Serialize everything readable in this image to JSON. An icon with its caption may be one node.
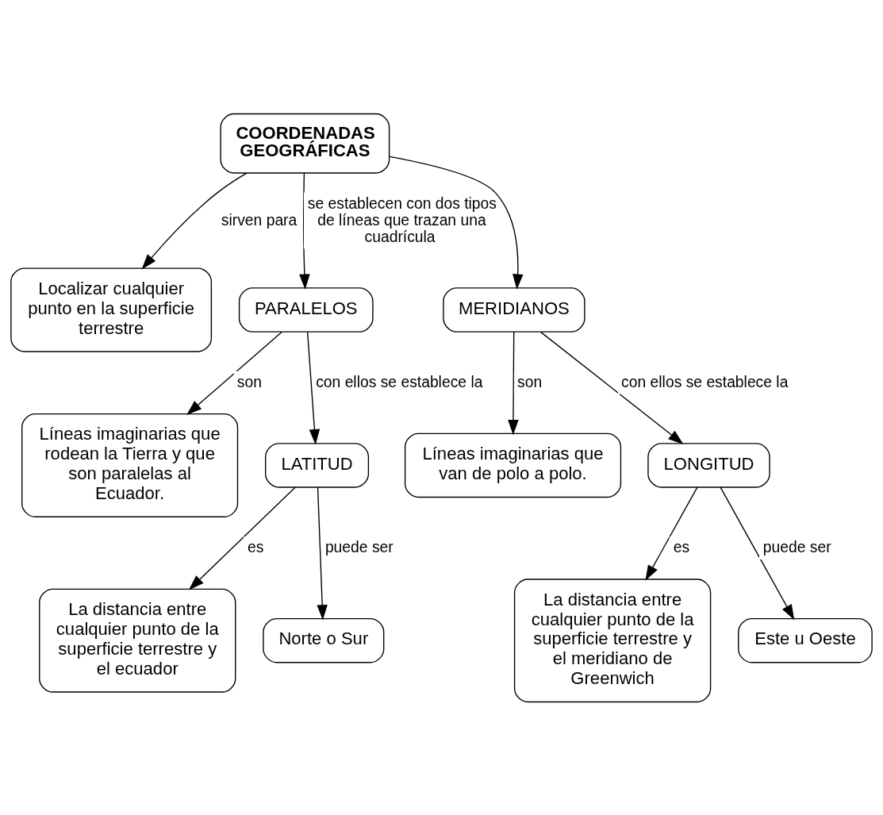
{
  "diagram": {
    "nodes": [
      {
        "text": [
          "COORDENADAS GEOGRÁFICAS"
        ]
      },
      {
        "text": [
          "Localizar cualquier punto en la superficie terrestre"
        ]
      },
      {
        "text": [
          "PARALELOS"
        ]
      },
      {
        "text": [
          "MERIDIANOS"
        ]
      },
      {
        "text": [
          "Líneas imaginarias que rodean la Tierra y que son paralelas al Ecuador."
        ]
      },
      {
        "text": [
          "LATITUD"
        ]
      },
      {
        "text": [
          "Líneas imaginarias que van de polo a polo."
        ]
      },
      {
        "text": [
          "LONGITUD"
        ]
      },
      {
        "text": [
          "La distancia entre cualquier punto de la superficie terrestre y el ecuador"
        ]
      },
      {
        "text": [
          "Norte o Sur"
        ]
      },
      {
        "text": [
          "La distancia entre cualquier punto de la superficie terrestre y el meridiano de Greenwich"
        ]
      },
      {
        "text": [
          "Este u Oeste"
        ]
      }
    ],
    "edges": [
      {
        "from": 0,
        "to": 1,
        "arrow": "to",
        "label": "sirven para"
      },
      {
        "from": 0,
        "to": 2,
        "arrow": "to",
        "label": "se establecen con dos tipos de líneas que trazan una cuadrícula"
      },
      {
        "from": 0,
        "to": 3,
        "arrow": "to"
      },
      {
        "from": 2,
        "to": 4,
        "arrow": "to",
        "label": "son"
      },
      {
        "from": 2,
        "to": 5,
        "arrow": "to",
        "label": "con ellos se establece la"
      },
      {
        "from": 3,
        "to": 6,
        "arrow": "to",
        "label": "son"
      },
      {
        "from": 3,
        "to": 7,
        "arrow": "to",
        "label": "con ellos se establece la"
      },
      {
        "from": 5,
        "to": 8,
        "arrow": "to",
        "label": "es"
      },
      {
        "from": 5,
        "to": 9,
        "arrow": "to",
        "label": "puede ser"
      },
      {
        "from": 7,
        "to": 10,
        "arrow": "to",
        "label": "es"
      },
      {
        "from": 7,
        "to": 11,
        "arrow": "to",
        "label": "puede ser"
      }
    ]
  }
}
